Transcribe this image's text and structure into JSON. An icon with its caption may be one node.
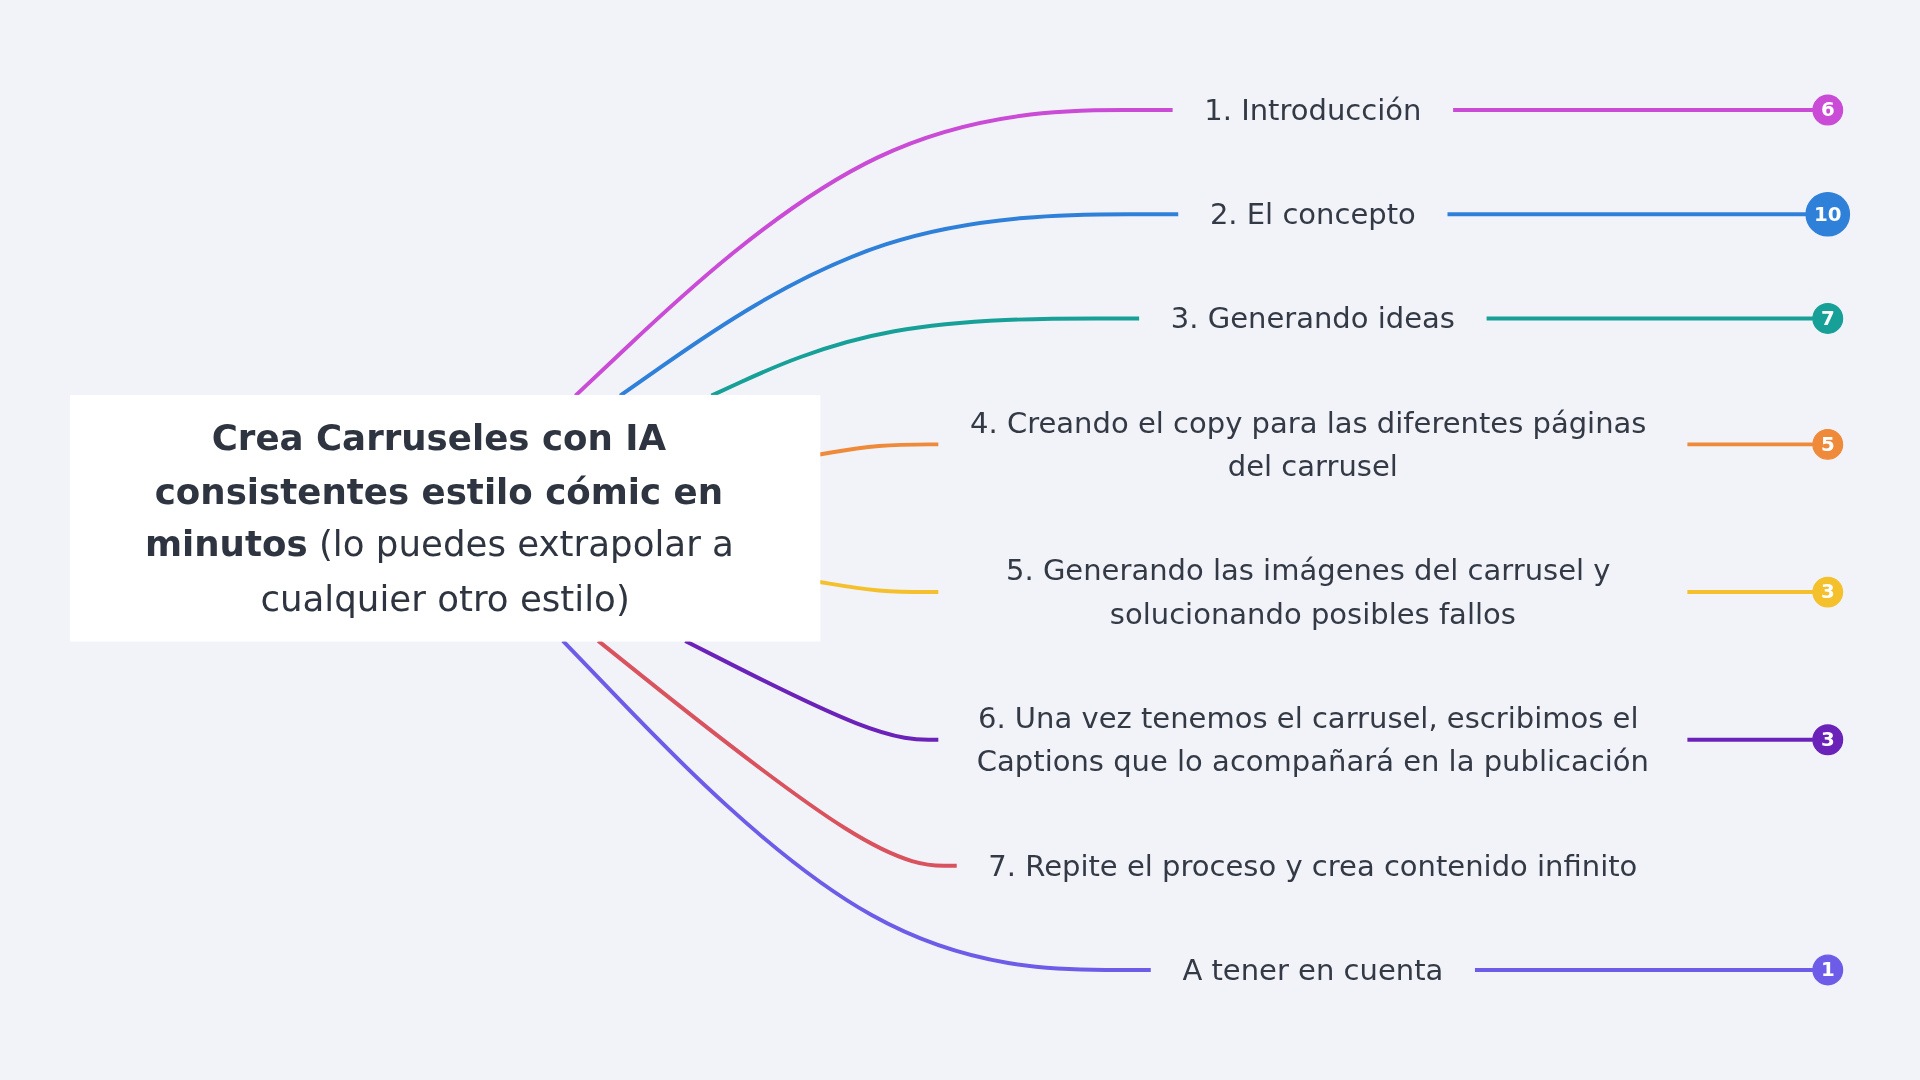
{
  "diagram": {
    "nodes": [
      {
        "text": [
          "**Crea Carruseles con IA consistentes estilo cómic en minutos** (lo puedes extrapolar a cualquier otro estilo)"
        ]
      },
      {
        "text": [
          "1. Introducción"
        ]
      },
      {
        "text": [
          "6"
        ]
      },
      {
        "text": [
          "2. El concepto"
        ]
      },
      {
        "text": [
          "10"
        ]
      },
      {
        "text": [
          "3. Generando ideas"
        ]
      },
      {
        "text": [
          "7"
        ]
      },
      {
        "text": [
          "4. Creando el copy para las diferentes páginas del carrusel"
        ]
      },
      {
        "text": [
          "5"
        ]
      },
      {
        "text": [
          "5. Generando las imágenes del carrusel y solucionando posibles fallos"
        ]
      },
      {
        "text": [
          "3"
        ]
      },
      {
        "text": [
          "6. Una vez tenemos el carrusel, escribimos el Captions que lo acompañará en la publicación"
        ]
      },
      {
        "text": [
          "3"
        ]
      },
      {
        "text": [
          "7. Repite el proceso y crea contenido infinito"
        ]
      },
      {
        "text": [
          "A tener en cuenta"
        ]
      },
      {
        "text": [
          "1"
        ]
      }
    ],
    "edges": [
      {
        "from": 0,
        "to": 1,
        "arrow": "none",
        "color": "#c94bd6"
      },
      {
        "from": 1,
        "to": 2,
        "arrow": "none",
        "color": "#c94bd6"
      },
      {
        "from": 0,
        "to": 3,
        "arrow": "none",
        "color": "#2f80d9"
      },
      {
        "from": 3,
        "to": 4,
        "arrow": "none",
        "color": "#2f80d9"
      },
      {
        "from": 0,
        "to": 5,
        "arrow": "none",
        "color": "#16a097"
      },
      {
        "from": 5,
        "to": 6,
        "arrow": "none",
        "color": "#16a097"
      },
      {
        "from": 0,
        "to": 7,
        "arrow": "none",
        "color": "#ef8a3a"
      },
      {
        "from": 7,
        "to": 8,
        "arrow": "none",
        "color": "#ef8a3a"
      },
      {
        "from": 0,
        "to": 9,
        "arrow": "none",
        "color": "#f4c02c"
      },
      {
        "from": 9,
        "to": 10,
        "arrow": "none",
        "color": "#f4c02c"
      },
      {
        "from": 0,
        "to": 11,
        "arrow": "none",
        "color": "#6a22b8"
      },
      {
        "from": 11,
        "to": 12,
        "arrow": "none",
        "color": "#6a22b8"
      },
      {
        "from": 0,
        "to": 13,
        "arrow": "none",
        "color": "#d9535f"
      },
      {
        "from": 0,
        "to": 14,
        "arrow": "none",
        "color": "#6d5ce8"
      },
      {
        "from": 14,
        "to": 15,
        "arrow": "none",
        "color": "#6d5ce8"
      }
    ]
  }
}
